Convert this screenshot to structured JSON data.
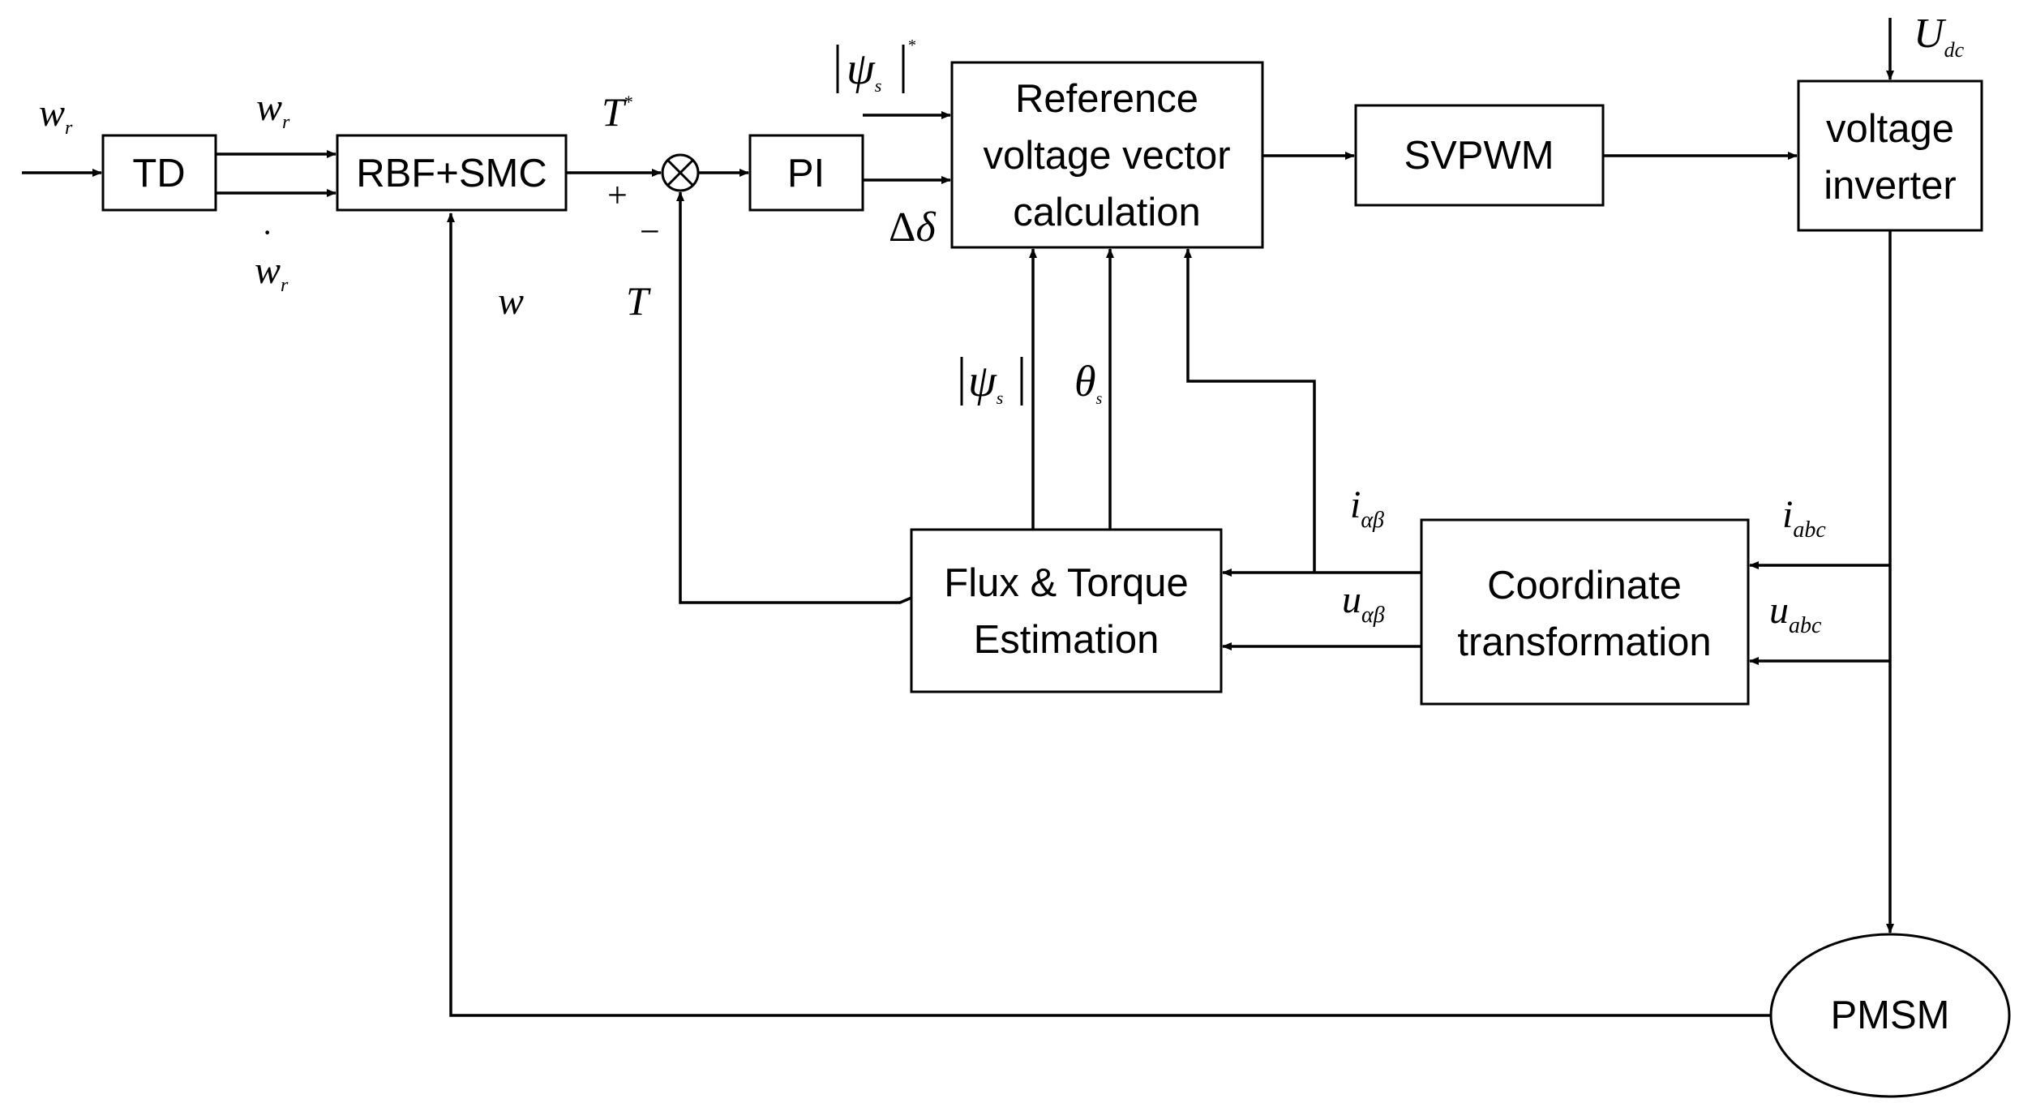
{
  "blocks": {
    "td": "TD",
    "rbf_smc": "RBF+SMC",
    "pi": "PI",
    "ref_line1": "Reference",
    "ref_line2": "voltage vector",
    "ref_line3": "calculation",
    "svpwm": "SVPWM",
    "inv_line1": "voltage",
    "inv_line2": "inverter",
    "flux_line1": "Flux & Torque",
    "flux_line2": "Estimation",
    "coord_line1": "Coordinate",
    "coord_line2": "transformation",
    "pmsm": "PMSM"
  },
  "signals": {
    "wr_in": {
      "main": "w",
      "sub": "r"
    },
    "wr_out": {
      "main": "w",
      "sub": "r"
    },
    "wr_dot": {
      "main": "w",
      "sub": "r",
      "dot": "·"
    },
    "w_feedback": "w",
    "t_ref": {
      "main": "T",
      "sup": "*"
    },
    "t_est": "T",
    "plus": "+",
    "minus": "−",
    "delta": {
      "main": "Δ",
      "greek": "δ"
    },
    "psi_ref": {
      "main": "ψ",
      "sub": "s",
      "sup": "*"
    },
    "psi_s": {
      "main": "ψ",
      "sub": "s"
    },
    "theta_s": {
      "main": "θ",
      "sub": "s"
    },
    "i_ab": {
      "main": "i",
      "sub": "αβ"
    },
    "u_ab": {
      "main": "u",
      "sub": "αβ"
    },
    "i_abc": {
      "main": "i",
      "sub": "abc"
    },
    "u_abc": {
      "main": "u",
      "sub": "abc"
    },
    "udc": {
      "main": "U",
      "sub": "dc"
    }
  },
  "colors": {
    "ink": "#000000",
    "background": "#ffffff"
  }
}
